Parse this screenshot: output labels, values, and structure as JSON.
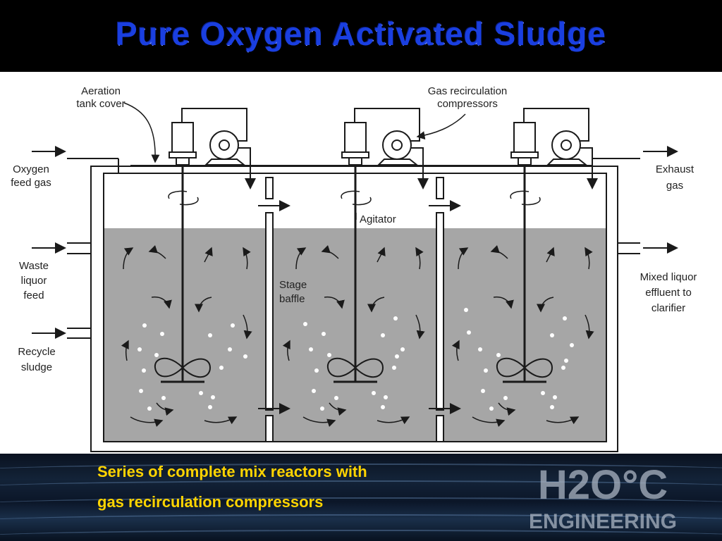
{
  "title": "Pure Oxygen Activated Sludge",
  "diagram": {
    "labels": {
      "aeration_cover_1": "Aeration",
      "aeration_cover_2": "tank cover",
      "gas_recirc_1": "Gas recirculation",
      "gas_recirc_2": "compressors",
      "oxygen_1": "Oxygen",
      "oxygen_2": "feed gas",
      "exhaust_1": "Exhaust",
      "exhaust_2": "gas",
      "waste_1": "Waste",
      "waste_2": "liquor",
      "waste_3": "feed",
      "recycle_1": "Recycle",
      "recycle_2": "sludge",
      "agitator": "Agitator",
      "stage_1": "Stage",
      "stage_2": "baffle",
      "mixed_1": "Mixed liquor",
      "mixed_2": "effluent to",
      "mixed_3": "clarifier"
    },
    "colors": {
      "liquid": "#a6a6a6",
      "line": "#1a1a1a"
    }
  },
  "caption": {
    "line1": "Series of complete mix reactors with",
    "line2": "gas recirculation compressors"
  },
  "logo": {
    "line1": "H2O°C",
    "line2": "ENGINEERING"
  },
  "colors": {
    "title": "#1a3fe0",
    "caption": "#ffd400",
    "background": "#000000"
  }
}
